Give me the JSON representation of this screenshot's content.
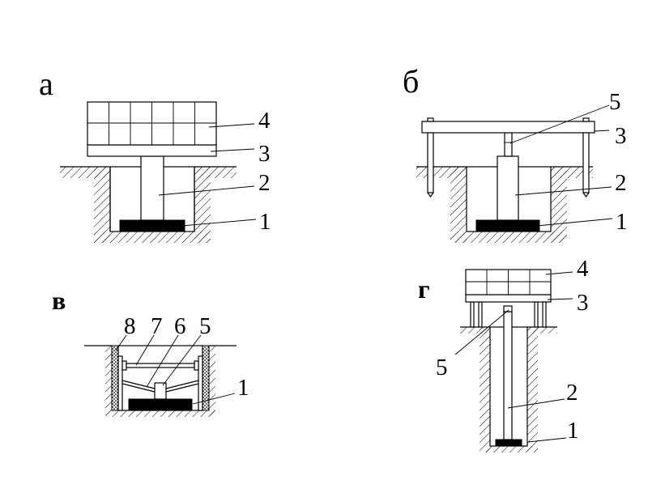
{
  "panels": {
    "a": {
      "letter": "а",
      "labels": {
        "l4": "4",
        "l3": "3",
        "l2": "2",
        "l1": "1"
      }
    },
    "b": {
      "letter": "б",
      "labels": {
        "l5": "5",
        "l3": "3",
        "l2": "2",
        "l1": "1"
      }
    },
    "v": {
      "letter": "в",
      "labels": {
        "l8": "8",
        "l7": "7",
        "l6": "6",
        "l5": "5",
        "l1": "1"
      }
    },
    "g": {
      "letter": "г",
      "labels": {
        "l4": "4",
        "l3": "3",
        "l5": "5",
        "l2": "2",
        "l1": "1"
      }
    }
  },
  "colors": {
    "ink": "#000000",
    "background": "#ffffff"
  }
}
